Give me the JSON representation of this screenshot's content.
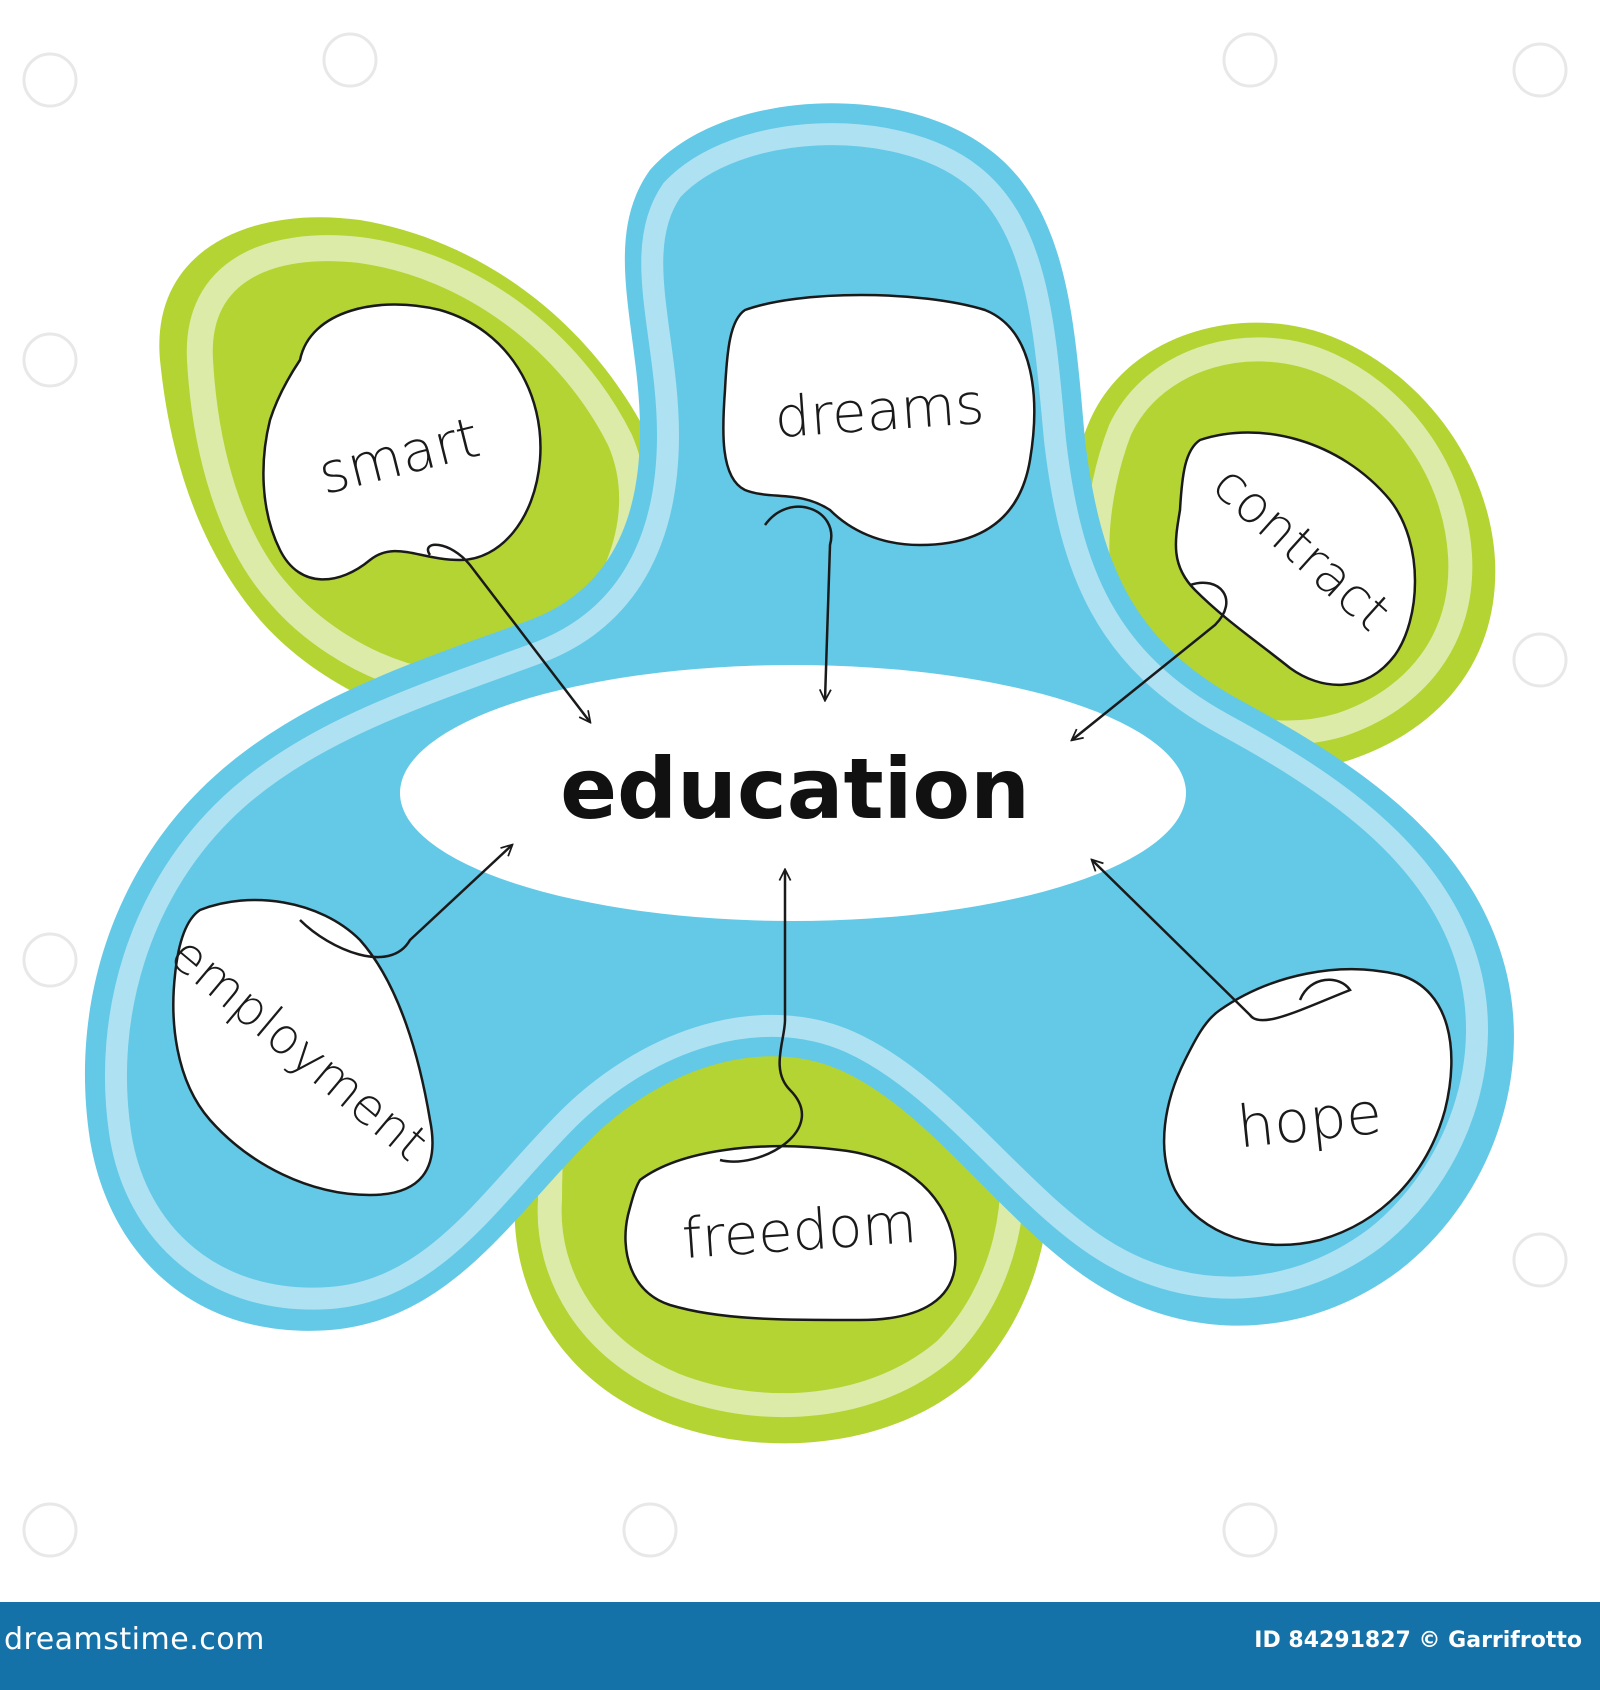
{
  "diagram": {
    "center": "education",
    "nodes": [
      {
        "id": "smart",
        "label": "smart"
      },
      {
        "id": "dreams",
        "label": "dreams"
      },
      {
        "id": "contract",
        "label": "contract"
      },
      {
        "id": "employment",
        "label": "employment"
      },
      {
        "id": "freedom",
        "label": "freedom"
      },
      {
        "id": "hope",
        "label": "hope"
      }
    ]
  },
  "colors": {
    "blue": "#63c9e6",
    "blue_light": "#aee1f2",
    "green": "#b4d433",
    "green_light": "#dceba8",
    "footer": "#1572a9"
  },
  "footer": {
    "logo": "dreamstime.com",
    "credit": "ID 84291827 © Garrifrotto"
  }
}
